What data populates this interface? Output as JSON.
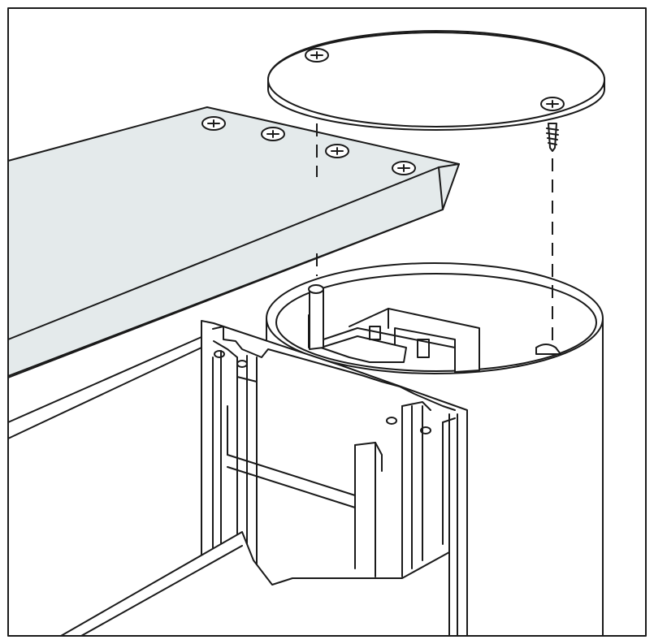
{
  "illustration": {
    "colors": {
      "line": "#1a1a1a",
      "background": "#ffffff",
      "panel_fill": "#e4eaeb"
    },
    "parts": [
      "end-cap-disc",
      "cap-screw",
      "worksurface-panel",
      "panel-screw",
      "round-column-post",
      "extrusion-frame"
    ],
    "labels": []
  }
}
